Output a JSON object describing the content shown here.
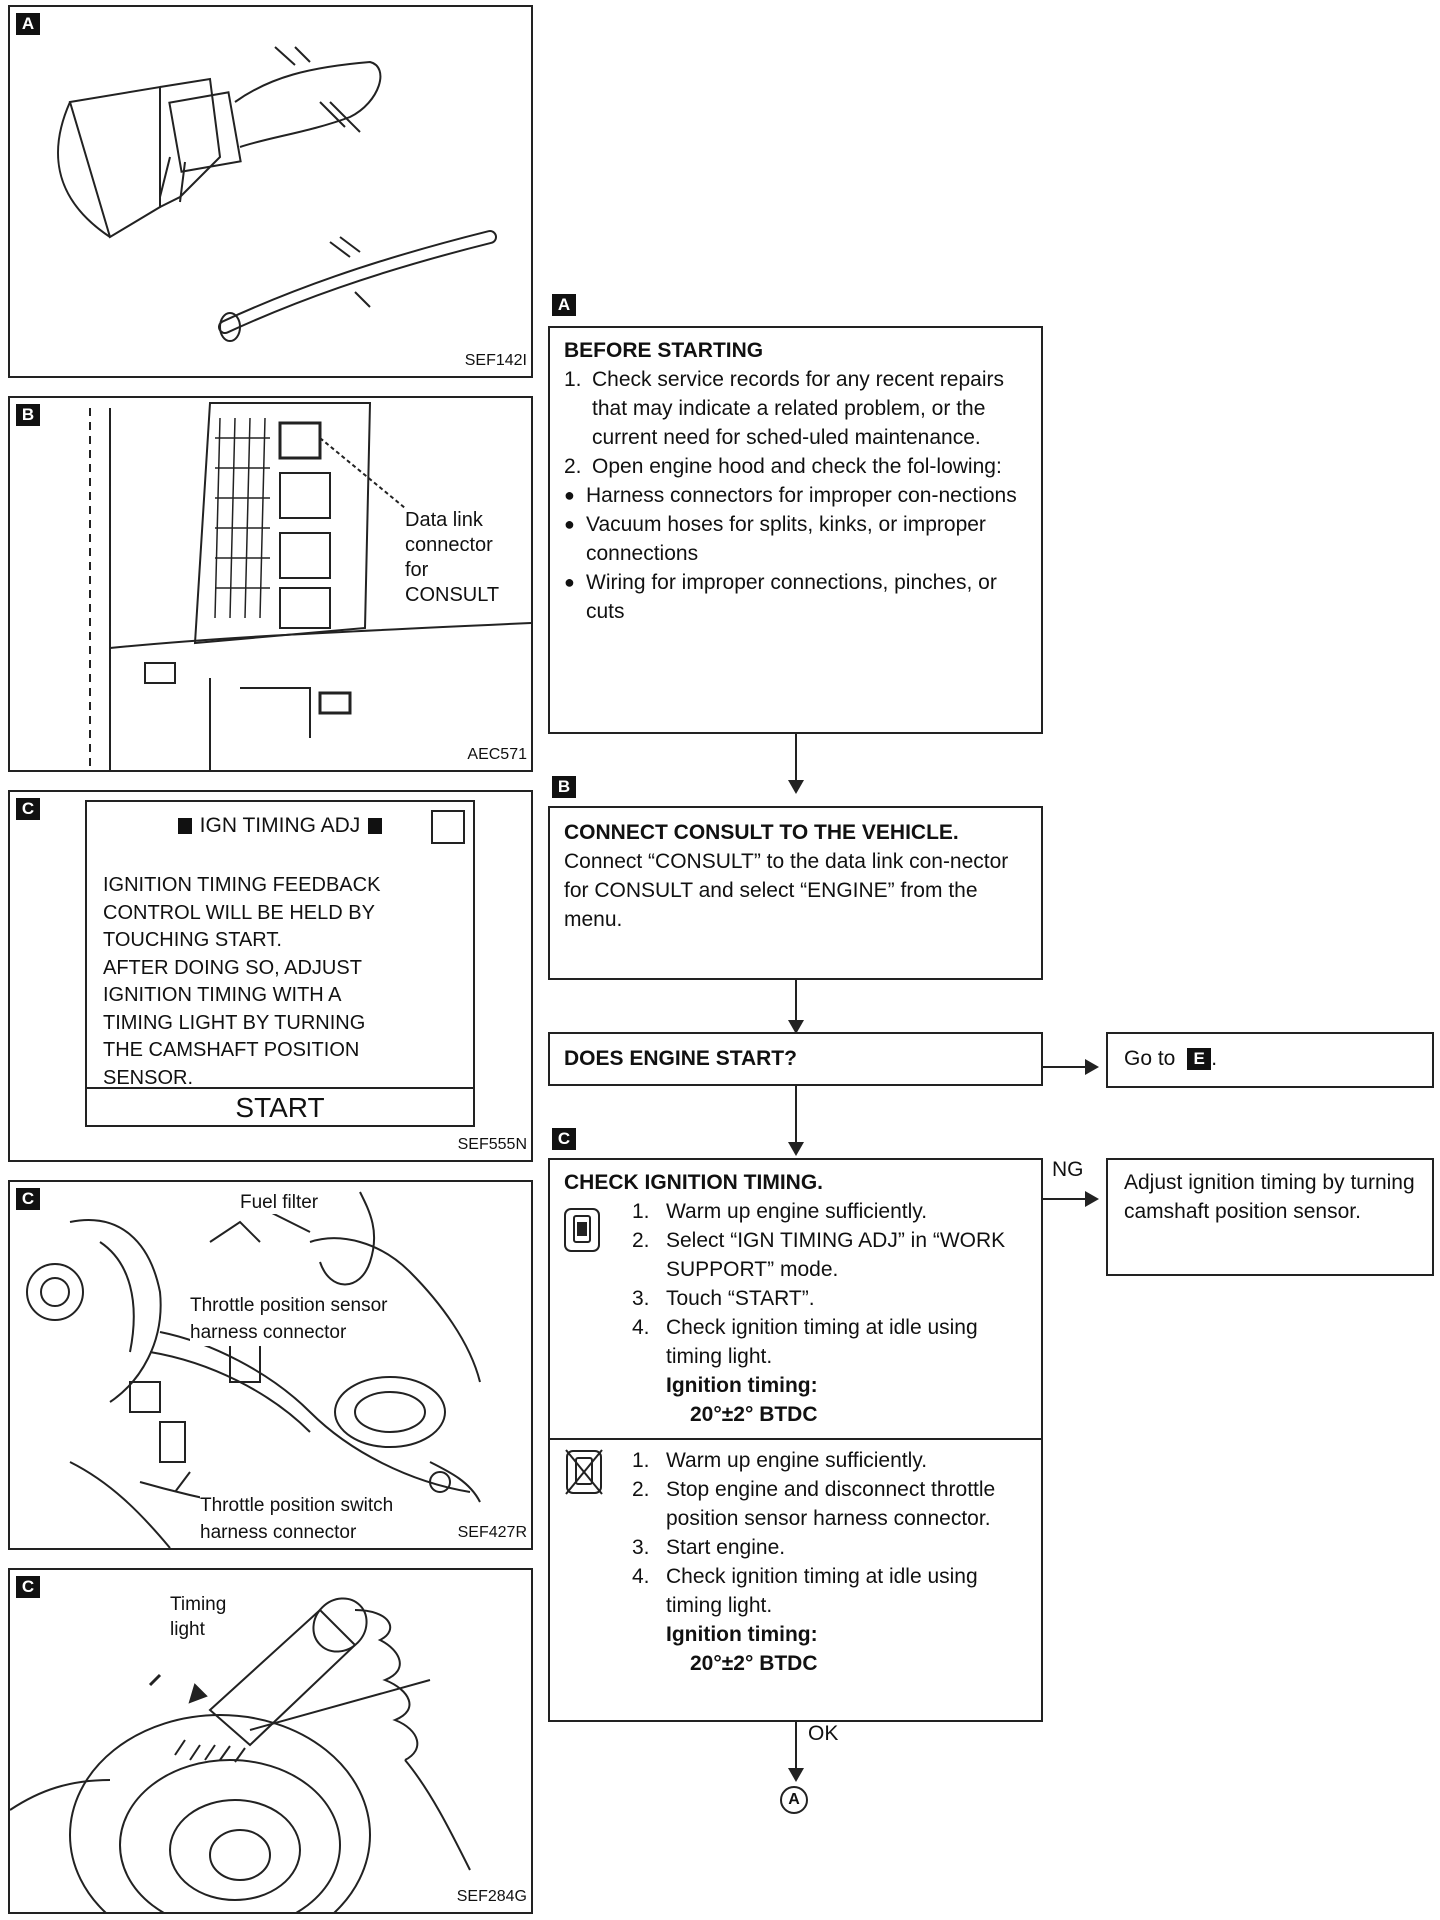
{
  "left_panels": {
    "a": {
      "tag": "A",
      "code": "SEF142I"
    },
    "b": {
      "tag": "B",
      "code": "AEC571",
      "callout": "Data link\nconnector\nfor\nCONSULT"
    },
    "c1": {
      "tag": "C",
      "code": "SEF555N",
      "screen_title": "IGN TIMING ADJ",
      "screen_text": "IGNITION TIMING FEEDBACK\nCONTROL WILL BE HELD BY\nTOUCHING START.\nAFTER DOING SO, ADJUST\nIGNITION TIMING WITH A\nTIMING LIGHT BY TURNING\nTHE CAMSHAFT POSITION\nSENSOR.",
      "start_button": "START"
    },
    "c2": {
      "tag": "C",
      "code": "SEF427R",
      "label_fuel_filter": "Fuel filter",
      "label_tps": "Throttle position sensor\nharness connector",
      "label_tpsw": "Throttle position switch\nharness connector"
    },
    "c3": {
      "tag": "C",
      "code": "SEF284G",
      "label_timing_light": "Timing\nlight"
    }
  },
  "flow": {
    "step_a": {
      "tag": "A",
      "title": "BEFORE STARTING",
      "items": [
        {
          "n": "1.",
          "text": "Check service records for any recent repairs that may indicate a related problem, or the current need for sched-uled maintenance."
        },
        {
          "n": "2.",
          "text": "Open engine hood and check the fol-lowing:"
        }
      ],
      "bullets": [
        "Harness connectors for improper con-nections",
        "Vacuum hoses for splits, kinks, or improper connections",
        "Wiring for improper connections, pinches, or cuts"
      ]
    },
    "step_b": {
      "tag": "B",
      "title": "CONNECT CONSULT TO THE VEHICLE.",
      "text": "Connect “CONSULT” to the data link con-nector for CONSULT and select “ENGINE” from the menu."
    },
    "question": {
      "text": "DOES ENGINE START?",
      "no_branch": "Go to",
      "no_branch_tag": "E"
    },
    "step_c": {
      "tag": "C",
      "title": "CHECK IGNITION TIMING.",
      "with_consult": [
        {
          "n": "1.",
          "text": "Warm up engine sufficiently."
        },
        {
          "n": "2.",
          "text": "Select “IGN TIMING ADJ” in “WORK SUPPORT” mode."
        },
        {
          "n": "3.",
          "text": "Touch “START”."
        },
        {
          "n": "4.",
          "text": "Check ignition timing at idle using timing light."
        }
      ],
      "without_consult": [
        {
          "n": "1.",
          "text": "Warm up engine sufficiently."
        },
        {
          "n": "2.",
          "text": "Stop engine and disconnect throttle position sensor harness connector."
        },
        {
          "n": "3.",
          "text": "Start engine."
        },
        {
          "n": "4.",
          "text": "Check ignition timing at idle using timing light."
        }
      ],
      "spec_label": "Ignition timing:",
      "spec_value": "20°±2° BTDC",
      "ng_label": "NG",
      "ng_action": "Adjust ignition timing by turning camshaft position sensor.",
      "ok_label": "OK",
      "next_connector": "A"
    }
  }
}
